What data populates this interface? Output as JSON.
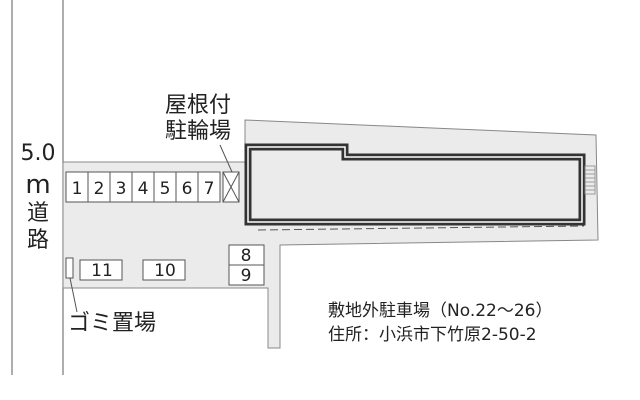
{
  "road": {
    "width_label": "5.0",
    "unit_label": "m",
    "name_label_1": "道",
    "name_label_2": "路"
  },
  "bicycle_parking": {
    "title_line1": "屋根付",
    "title_line2": "駐輪場"
  },
  "parking_spaces": {
    "row_a": [
      "1",
      "2",
      "3",
      "4",
      "5",
      "6",
      "7"
    ],
    "space_8": "8",
    "space_9": "9",
    "space_10": "10",
    "space_11": "11"
  },
  "garbage_area": {
    "label": "ゴミ置場"
  },
  "info": {
    "offsite_parking": "敷地外駐車場（No.22～26）",
    "address": "住所：小浜市下竹原2-50-2"
  },
  "colors": {
    "lot": "#ebebeb",
    "outline": "#777777",
    "building": "#333333",
    "text": "#222222"
  }
}
